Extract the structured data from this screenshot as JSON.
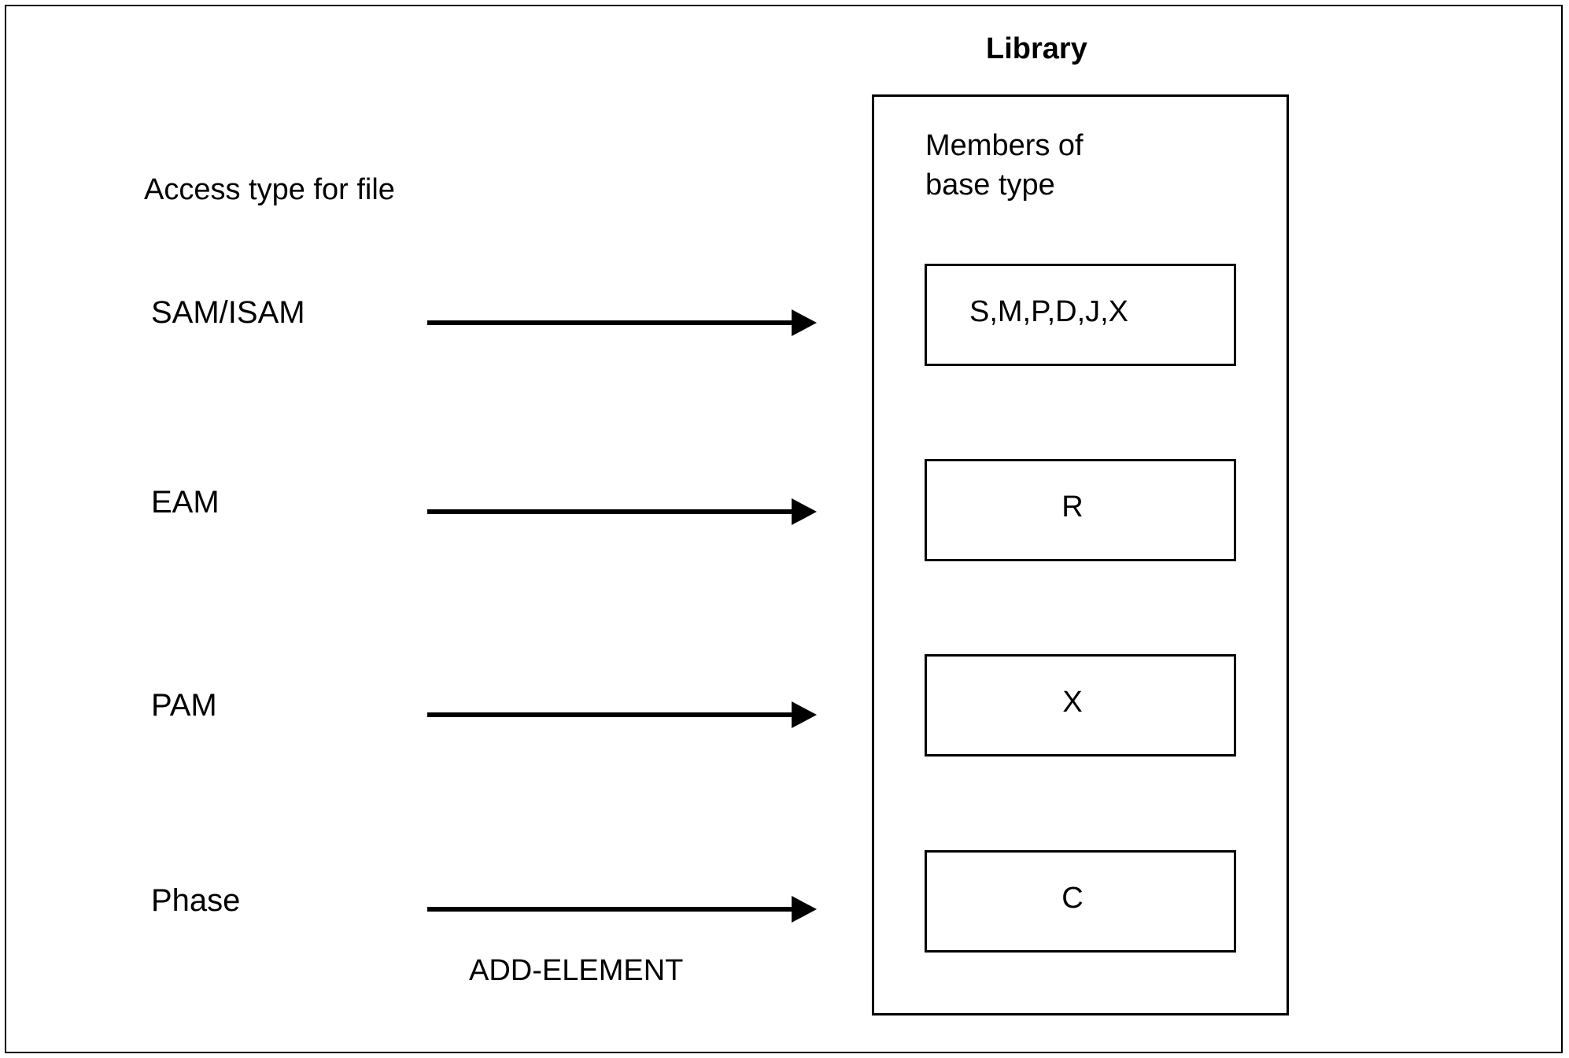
{
  "diagram": {
    "library_title": "Library",
    "members_title_line1": "Members of",
    "members_title_line2": "base type",
    "access_heading": "Access type for file",
    "command_label": "ADD-ELEMENT",
    "rows": [
      {
        "access_type": "SAM/ISAM",
        "member_types": "S,M,P,D,J,X"
      },
      {
        "access_type": "EAM",
        "member_types": "R"
      },
      {
        "access_type": "PAM",
        "member_types": "X"
      },
      {
        "access_type": "Phase",
        "member_types": "C"
      }
    ],
    "colors": {
      "line": "#000000",
      "background": "#ffffff"
    }
  }
}
